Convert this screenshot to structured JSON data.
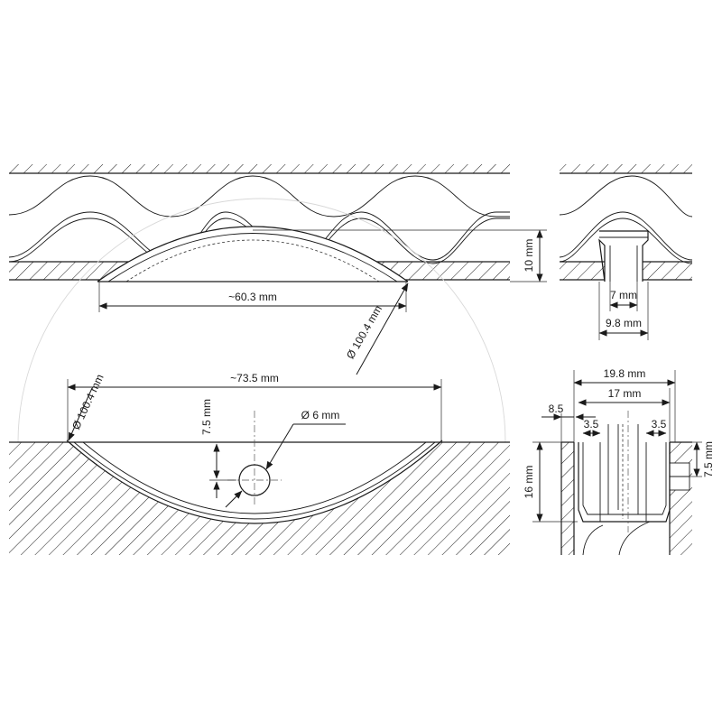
{
  "dimensions": {
    "top_wall_gap": "10 mm",
    "top_chord": "~60.3 mm",
    "top_diameter": "Ø 100.4 mm",
    "slot_inner": "7 mm",
    "slot_outer": "9.8 mm",
    "bottom_chord": "~73.5 mm",
    "bottom_diameter": "Ø 100.4 mm",
    "hole_offset": "7.5 mm",
    "hole_diameter": "Ø 6 mm",
    "section_width": "19.8 mm",
    "section_inner": "17 mm",
    "section_left": "8.5",
    "rib_left": "3.5",
    "rib_right": "3.5",
    "section_depth": "16 mm",
    "section_side": "7.5 mm"
  }
}
